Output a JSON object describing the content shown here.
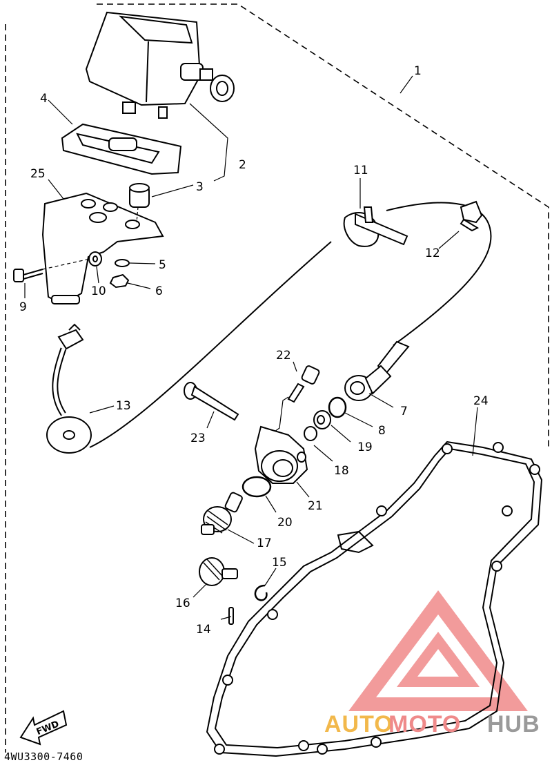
{
  "diagram": {
    "callouts": [
      {
        "id": "1",
        "label": "1"
      },
      {
        "id": "2",
        "label": "2"
      },
      {
        "id": "3",
        "label": "3"
      },
      {
        "id": "4",
        "label": "4"
      },
      {
        "id": "5",
        "label": "5"
      },
      {
        "id": "6",
        "label": "6"
      },
      {
        "id": "7",
        "label": "7"
      },
      {
        "id": "8",
        "label": "8"
      },
      {
        "id": "9",
        "label": "9"
      },
      {
        "id": "10",
        "label": "10"
      },
      {
        "id": "11",
        "label": "11"
      },
      {
        "id": "12",
        "label": "12"
      },
      {
        "id": "13",
        "label": "13"
      },
      {
        "id": "14",
        "label": "14"
      },
      {
        "id": "15",
        "label": "15"
      },
      {
        "id": "16",
        "label": "16"
      },
      {
        "id": "17",
        "label": "17"
      },
      {
        "id": "18",
        "label": "18"
      },
      {
        "id": "19",
        "label": "19"
      },
      {
        "id": "20",
        "label": "20"
      },
      {
        "id": "21",
        "label": "21"
      },
      {
        "id": "22",
        "label": "22"
      },
      {
        "id": "23",
        "label": "23"
      },
      {
        "id": "24",
        "label": "24"
      },
      {
        "id": "25",
        "label": "25"
      }
    ],
    "direction_marker": "FWD",
    "diagram_code": "4WU3300-7460"
  },
  "watermark": {
    "brand_part1": "AUTO",
    "brand_part2": "MOTO",
    "brand_part3": "HUB",
    "colors": {
      "part1": "#f2b84b",
      "part2": "#ef8a8a",
      "part3": "#9a9a9a",
      "triangle": "#f08a8a"
    }
  }
}
